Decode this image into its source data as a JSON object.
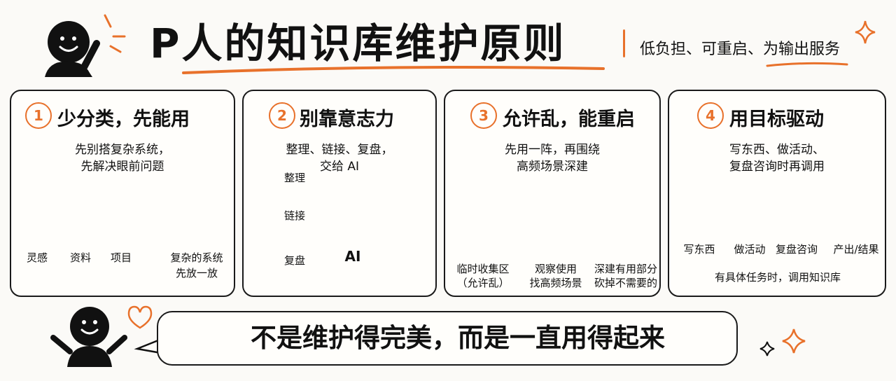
{
  "header": {
    "title": "P人的知识库维护原则",
    "subtitle": "低负担、可重启、为输出服务"
  },
  "colors": {
    "accent": "#e8712b",
    "ink": "#111111",
    "paper": "#fbfaf7"
  },
  "cards": [
    {
      "num": "1",
      "title": "少分类，先能用",
      "desc": [
        "先别搭复杂系统，",
        "先解决眼前问题"
      ],
      "folders": [
        {
          "icon": "star-folder-icon",
          "label": "灵感"
        },
        {
          "icon": "lines-folder-icon",
          "label": "资料"
        },
        {
          "icon": "doc-folder-icon",
          "label": "项目"
        }
      ],
      "crossed": [
        "复杂的系统",
        "先放一放"
      ]
    },
    {
      "num": "2",
      "title": "别靠意志力",
      "desc": [
        "整理、链接、复盘，",
        "交给 AI"
      ],
      "tasks": [
        "整理",
        "链接",
        "复盘"
      ],
      "robot_label": "AI"
    },
    {
      "num": "3",
      "title": "允许乱，能重启",
      "desc": [
        "先用一阵，再围绕",
        "高频场景深建"
      ],
      "steps": [
        [
          "临时收集区",
          "（允许乱）"
        ],
        [
          "观察使用",
          "找高频场景"
        ],
        [
          "深建有用部分",
          "砍掉不需要的"
        ]
      ]
    },
    {
      "num": "4",
      "title": "用目标驱动",
      "desc": [
        "写东西、做活动、",
        "复盘咨询时再调用"
      ],
      "actions": [
        "写东西",
        "做活动",
        "复盘咨询"
      ],
      "result": "产出/结果",
      "note": "有具体任务时，调用知识库"
    }
  ],
  "footer": {
    "slogan": "不是维护得完美，而是一直用得起来"
  }
}
